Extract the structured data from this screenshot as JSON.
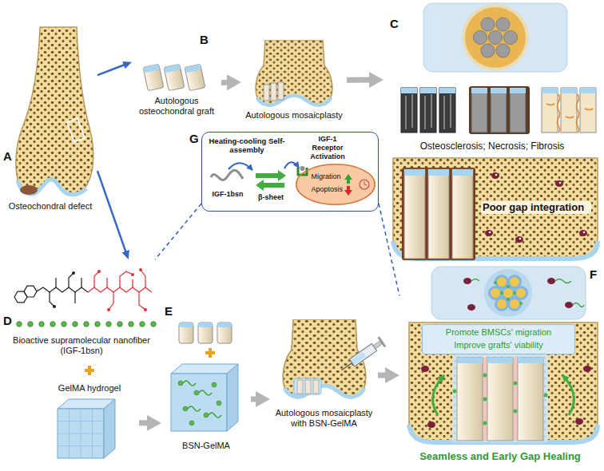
{
  "diagram": {
    "nodes": [
      {
        "text": [
          "Osteochondral defect"
        ]
      },
      {
        "text": [
          "Autologous osteochondral graft"
        ]
      },
      {
        "text": [
          "Autologous mosaicplasty"
        ]
      },
      {
        "text": [
          "Osteosclerosis; Necrosis; Fibrosis",
          "Poor gap integration"
        ]
      },
      {
        "text": [
          "Heating-cooling Self-assembly",
          "IGF-1bsn",
          "β-sheet",
          "IGF-1 Receptor Activation"
        ]
      },
      {
        "text": [
          "Migration",
          "Apoptosis"
        ],
        "in": 4
      },
      {
        "text": [
          "Bioactive supramolecular nanofiber (IGF-1bsn)"
        ]
      },
      {
        "text": [
          "GelMA hydrogel"
        ]
      },
      {
        "text": [
          "BSN-GelMA"
        ]
      },
      {
        "text": [
          "Autologous mosaicplasty with BSN-GelMA"
        ]
      },
      {
        "text": [
          "Seamless and Early Gap Healing"
        ]
      },
      {
        "text": [
          "Promote BMSCs' migration",
          "Improve grafts' viability"
        ],
        "in": 10
      }
    ],
    "edges": [
      {
        "from": 0,
        "to": 1,
        "arrow": "to"
      },
      {
        "from": 0,
        "to": 6,
        "arrow": "to"
      },
      {
        "from": 1,
        "to": 2,
        "arrow": "to"
      },
      {
        "from": 2,
        "to": 3,
        "arrow": "to"
      },
      {
        "from": 4,
        "to": 6,
        "arrow": "none"
      },
      {
        "from": 4,
        "to": 10,
        "arrow": "none"
      },
      {
        "from": 7,
        "to": 8,
        "arrow": "to"
      },
      {
        "from": 8,
        "to": 9,
        "arrow": "to"
      },
      {
        "from": 9,
        "to": 10,
        "arrow": "to"
      }
    ],
    "labels": [
      "A",
      "B",
      "C",
      "D",
      "E",
      "F",
      "G"
    ]
  }
}
